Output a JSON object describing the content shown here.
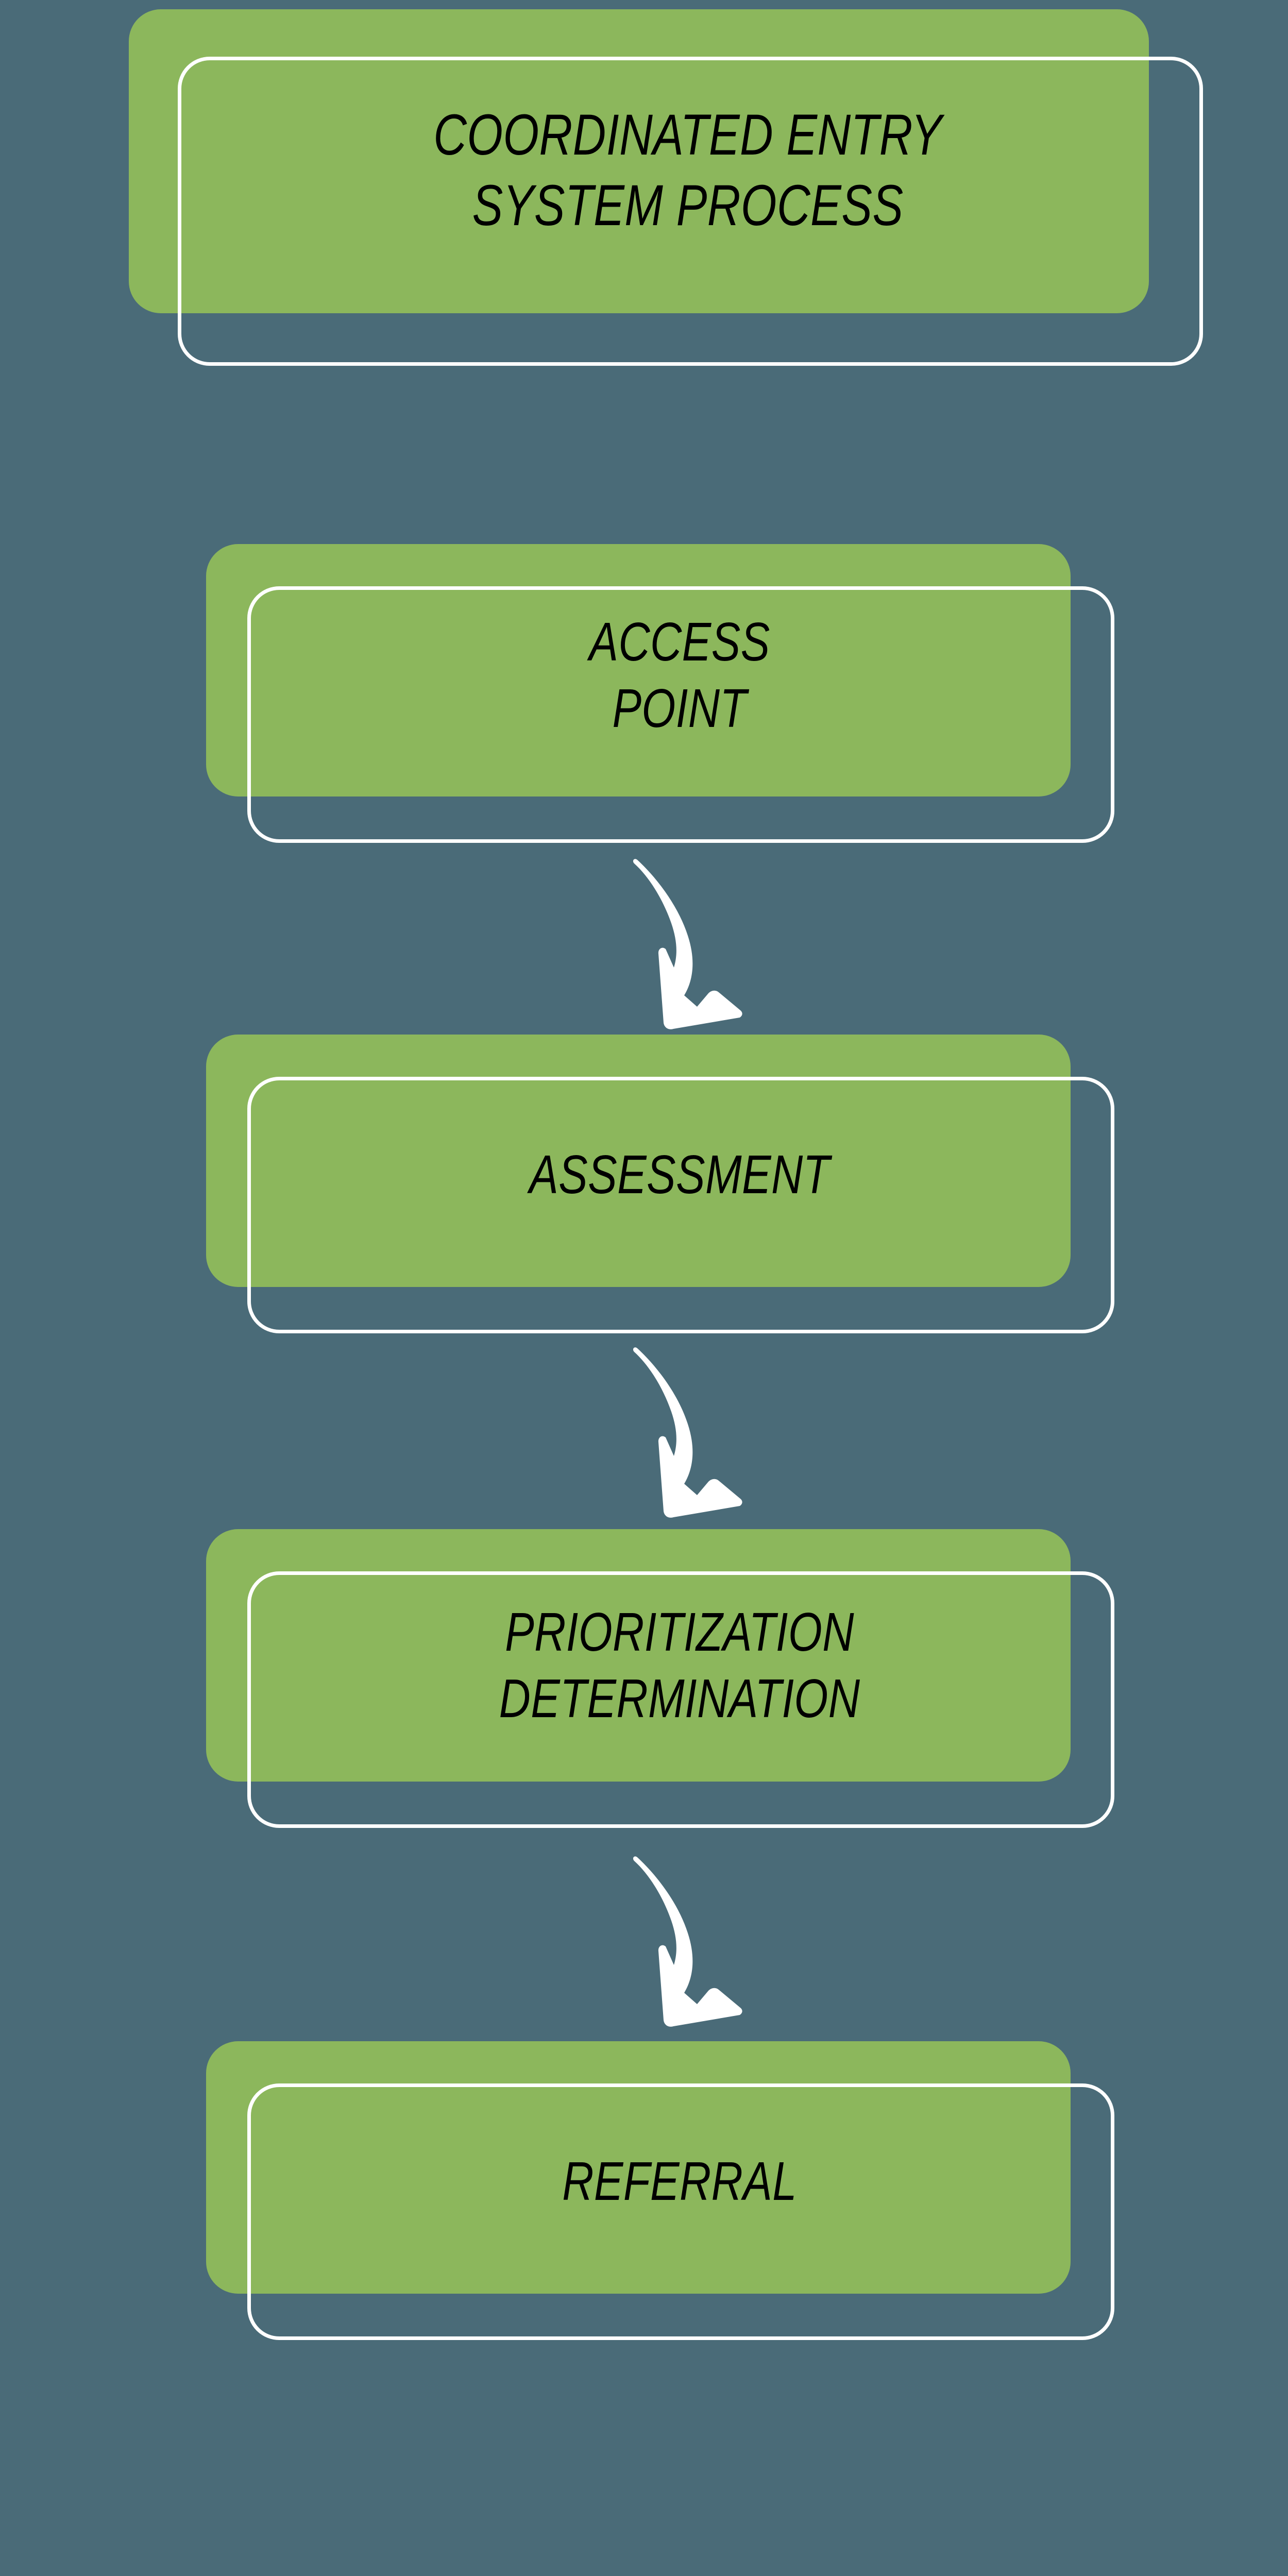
{
  "diagram": {
    "title": "COORDINATED ENTRY SYSTEM PROCESS",
    "orientation": "vertical-top-to-bottom",
    "background_color": "#4a6b78",
    "node_fill_color": "#8cb75c",
    "node_outline_color": "#ffffff",
    "node_text_color": "#000000",
    "arrow_color": "#ffffff"
  },
  "title_node": {
    "id": "coordinated-entry-system-process",
    "lines": [
      "COORDINATED ENTRY",
      "SYSTEM PROCESS"
    ]
  },
  "steps": [
    {
      "id": "access-point",
      "order": 1,
      "lines": [
        "ACCESS",
        "POINT"
      ]
    },
    {
      "id": "assessment",
      "order": 2,
      "lines": [
        "ASSESSMENT"
      ]
    },
    {
      "id": "prioritization-determination",
      "order": 3,
      "lines": [
        "PRIORITIZATION",
        "DETERMINATION"
      ]
    },
    {
      "id": "referral",
      "order": 4,
      "lines": [
        "REFERRAL"
      ]
    }
  ],
  "connectors": [
    {
      "id": "arrow-access-to-assessment",
      "icon": "curved-down-arrow-icon",
      "from": "access-point",
      "to": "assessment"
    },
    {
      "id": "arrow-assessment-to-prioritization",
      "icon": "curved-down-arrow-icon",
      "from": "assessment",
      "to": "prioritization-determination"
    },
    {
      "id": "arrow-prioritization-to-referral",
      "icon": "curved-down-arrow-icon",
      "from": "prioritization-determination",
      "to": "referral"
    }
  ]
}
